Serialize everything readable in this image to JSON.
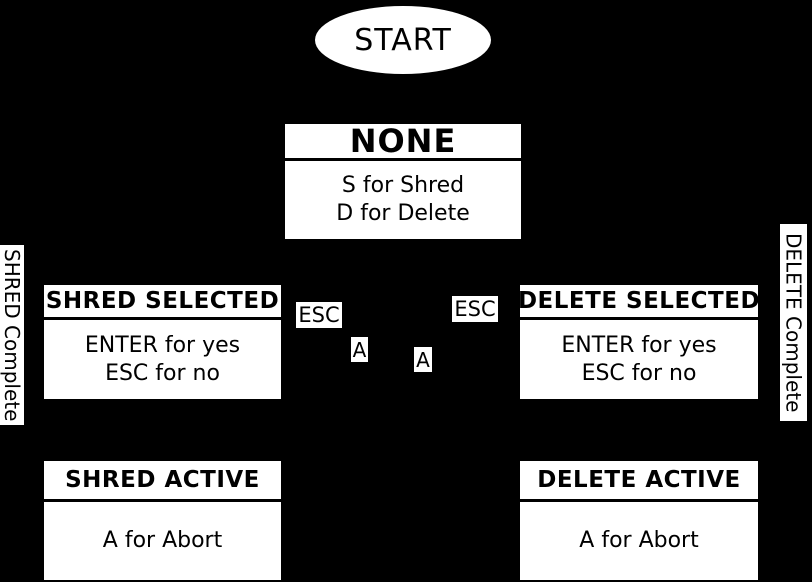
{
  "diagram": {
    "background_color": "#000000",
    "node_fill_color": "#ffffff",
    "node_text_color": "#000000",
    "start": {
      "label": "START"
    },
    "nodes": {
      "none": {
        "title": "NONE",
        "lines": [
          "S for Shred",
          "D for Delete"
        ]
      },
      "shred_selected": {
        "title": "SHRED SELECTED",
        "lines": [
          "ENTER for yes",
          "ESC for no"
        ]
      },
      "delete_selected": {
        "title": "DELETE SELECTED",
        "lines": [
          "ENTER for yes",
          "ESC for no"
        ]
      },
      "shred_active": {
        "title": "SHRED ACTIVE",
        "lines": [
          "A for Abort"
        ]
      },
      "delete_active": {
        "title": "DELETE ACTIVE",
        "lines": [
          "A for Abort"
        ]
      }
    },
    "edge_labels": {
      "esc_left": "ESC",
      "esc_right": "ESC",
      "a_left": "A",
      "a_right": "A",
      "shred_complete": "SHRED Complete",
      "delete_complete": "DELETE Complete"
    }
  }
}
